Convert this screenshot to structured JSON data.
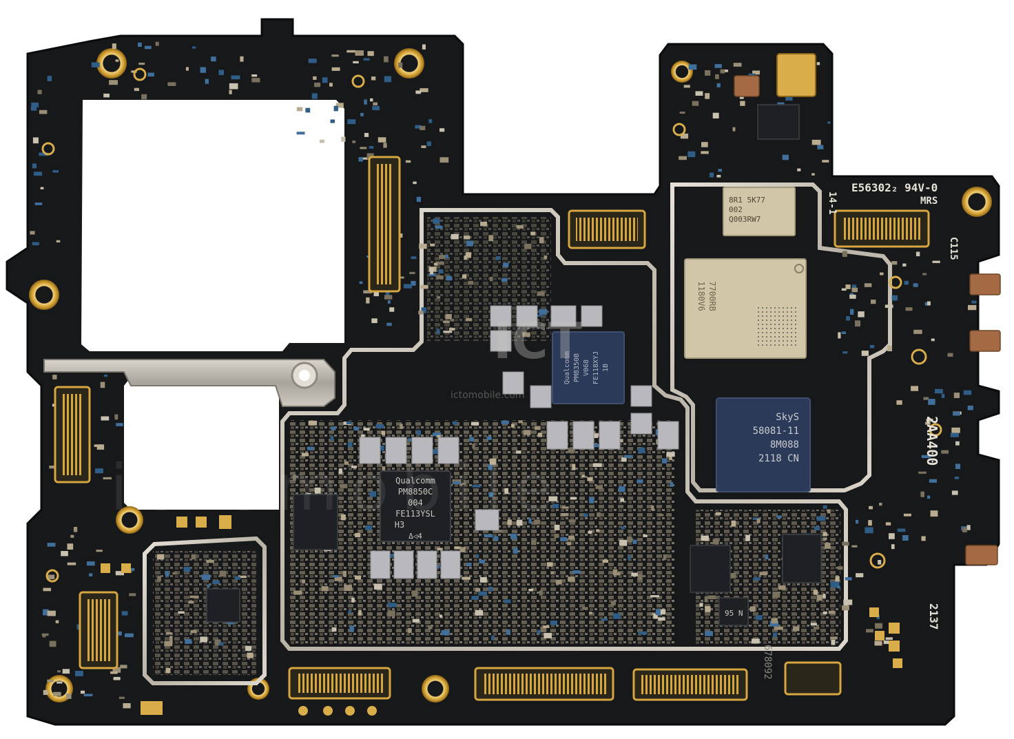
{
  "photo": {
    "subject": "smartphone-mainboard",
    "colors": {
      "background": "#ffffff",
      "pcb": "#16181a",
      "pcb_edge": "#0c0d0e",
      "gold": "#d8a93a",
      "gold_light": "#f0cf72",
      "shield": "#cfc8bd",
      "shield_dark": "#8f887d",
      "component_tan": "#b9ab8f",
      "component_grey": "#b8b8bc",
      "chip_black": "#1e2024",
      "chip_blue": "#2b3a58",
      "connector": "#3a3324",
      "silk": "#e6e2d8",
      "watermark": "#c9c6c0"
    }
  },
  "silkscreen": {
    "ul_code": "E56302₂ 94V-0",
    "mrs": "MRS",
    "rev": "14-1",
    "c115": "C115",
    "board_code": "2AA400",
    "date_code": "2137",
    "bottom_code": "678092"
  },
  "chips": {
    "pmic": {
      "lines": [
        "Qualcomm",
        "PM8850C",
        "004",
        "FE113YSL",
        "H3",
        "Δ◁4"
      ]
    },
    "skyworks": {
      "lines": [
        "SkyS",
        "58081-11",
        "8M088",
        "2118 CN"
      ]
    },
    "qualcomm_pmic_2": {
      "lines": [
        "Qualcomm",
        "PM8350B",
        "V068",
        "FE118XYJ",
        "1B"
      ]
    },
    "rf_module": {
      "lines": [
        "7700RB",
        "1180V6"
      ]
    },
    "memory_label": {
      "lines": [
        "8R1 5K77",
        "002",
        "Q003RW7"
      ]
    },
    "small_chip_1": {
      "text": "95 N"
    }
  },
  "watermark": {
    "logo": "ICT",
    "site": "ictomobile.com",
    "big": "ictomobile"
  }
}
